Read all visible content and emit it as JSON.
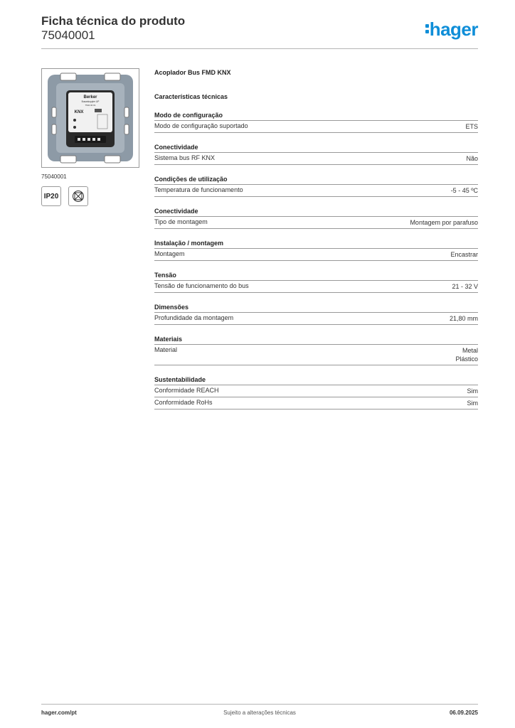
{
  "header": {
    "title": "Ficha técnica do produto",
    "code": "75040001",
    "logo_text": "hager",
    "brand_color": "#0f8ed8"
  },
  "product_panel": {
    "image_caption": "75040001",
    "image_labels": {
      "brand": "Berker",
      "subtitle": "Busankoppler UP",
      "part_no": "7504 00 01",
      "logo": "KNX"
    },
    "badges": {
      "ip_rating": "IP20",
      "icon": "flush-mount-box-icon"
    }
  },
  "product_name": "Acoplador Bus FMD KNX",
  "specs_heading": "Características técnicas",
  "sections": [
    {
      "title": "Modo de configuração",
      "rows": [
        {
          "label": "Modo de configuração suportado",
          "values": [
            "ETS"
          ]
        }
      ]
    },
    {
      "title": "Conectividade",
      "rows": [
        {
          "label": "Sistema bus RF KNX",
          "values": [
            "Não"
          ]
        }
      ]
    },
    {
      "title": "Condições de utilização",
      "rows": [
        {
          "label": "Temperatura de funcionamento",
          "values": [
            "-5 - 45 ºC"
          ]
        }
      ]
    },
    {
      "title": "Conectividade",
      "rows": [
        {
          "label": "Tipo de montagem",
          "values": [
            "Montagem por parafuso"
          ]
        }
      ]
    },
    {
      "title": "Instalação / montagem",
      "rows": [
        {
          "label": "Montagem",
          "values": [
            "Encastrar"
          ]
        }
      ]
    },
    {
      "title": "Tensão",
      "rows": [
        {
          "label": "Tensão de funcionamento do bus",
          "values": [
            "21 - 32 V"
          ]
        }
      ]
    },
    {
      "title": "Dimensões",
      "rows": [
        {
          "label": "Profundidade da montagem",
          "values": [
            "21,80 mm"
          ]
        }
      ]
    },
    {
      "title": "Materiais",
      "rows": [
        {
          "label": "Material",
          "values": [
            "Metal",
            "Plástico"
          ]
        }
      ]
    },
    {
      "title": "Sustentabilidade",
      "rows": [
        {
          "label": "Conformidade REACH",
          "values": [
            "Sim"
          ]
        },
        {
          "label": "Conformidade RoHs",
          "values": [
            "Sim"
          ]
        }
      ]
    }
  ],
  "footer": {
    "website": "hager.com/pt",
    "notice": "Sujeito a alterações técnicas",
    "date": "06.09.2025"
  }
}
